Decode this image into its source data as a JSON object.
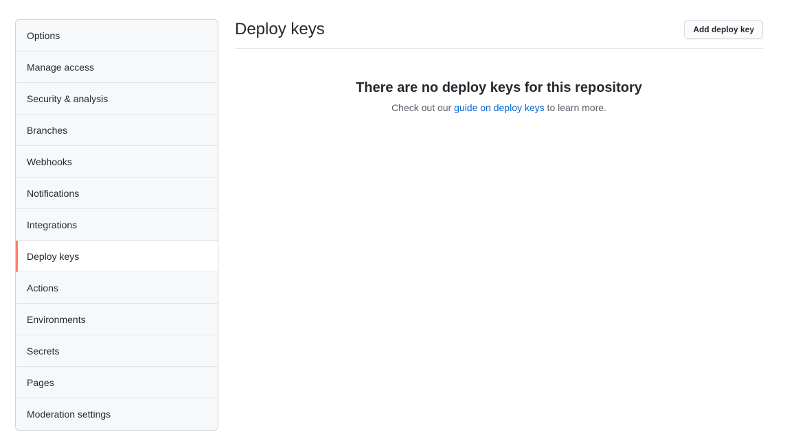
{
  "sidebar": {
    "items": [
      {
        "label": "Options",
        "active": false
      },
      {
        "label": "Manage access",
        "active": false
      },
      {
        "label": "Security & analysis",
        "active": false
      },
      {
        "label": "Branches",
        "active": false
      },
      {
        "label": "Webhooks",
        "active": false
      },
      {
        "label": "Notifications",
        "active": false
      },
      {
        "label": "Integrations",
        "active": false
      },
      {
        "label": "Deploy keys",
        "active": true
      },
      {
        "label": "Actions",
        "active": false
      },
      {
        "label": "Environments",
        "active": false
      },
      {
        "label": "Secrets",
        "active": false
      },
      {
        "label": "Pages",
        "active": false
      },
      {
        "label": "Moderation settings",
        "active": false
      }
    ]
  },
  "header": {
    "title": "Deploy keys",
    "add_button_label": "Add deploy key"
  },
  "empty_state": {
    "title": "There are no deploy keys for this repository",
    "message_prefix": "Check out our ",
    "link_text": "guide on deploy keys",
    "message_suffix": " to learn more."
  },
  "colors": {
    "active_accent": "#f9826c",
    "link_blue": "#0366d6",
    "sidebar_bg": "#f6f8fa",
    "border": "#e1e4e8"
  }
}
